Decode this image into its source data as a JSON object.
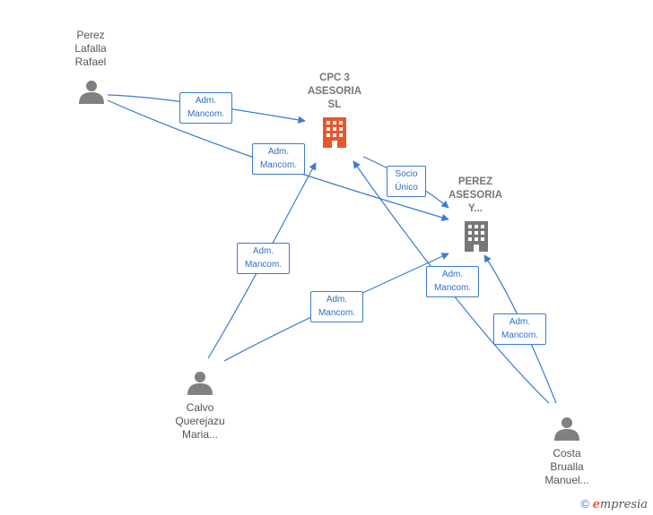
{
  "nodes": {
    "perez_lafalla": {
      "lines": [
        "Perez",
        "Lafalla",
        "Rafael"
      ]
    },
    "cpc3": {
      "lines": [
        "CPC 3",
        "ASESORIA",
        "SL"
      ]
    },
    "perez_asesoria": {
      "lines": [
        "PEREZ",
        "ASESORIA",
        "Y..."
      ]
    },
    "calvo": {
      "lines": [
        "Calvo",
        "Querejazu",
        "Maria..."
      ]
    },
    "costa": {
      "lines": [
        "Costa",
        "Brualla",
        "Manuel..."
      ]
    }
  },
  "edges": [
    {
      "lines": [
        "Adm.",
        "Mancom."
      ]
    },
    {
      "lines": [
        "Adm.",
        "Mancom."
      ]
    },
    {
      "lines": [
        "Socio",
        "Único"
      ]
    },
    {
      "lines": [
        "Adm.",
        "Mancom."
      ]
    },
    {
      "lines": [
        "Adm.",
        "Mancom."
      ]
    },
    {
      "lines": [
        "Adm.",
        "Mancom."
      ]
    },
    {
      "lines": [
        "Adm.",
        "Mancom."
      ]
    }
  ],
  "footer": {
    "copyright": "©",
    "brand_initial": "e",
    "brand_rest": "mpresia"
  },
  "colors": {
    "edge": "#3a7bd5",
    "person_icon": "#808080",
    "main_company": "#e8562b",
    "company": "#777777"
  }
}
